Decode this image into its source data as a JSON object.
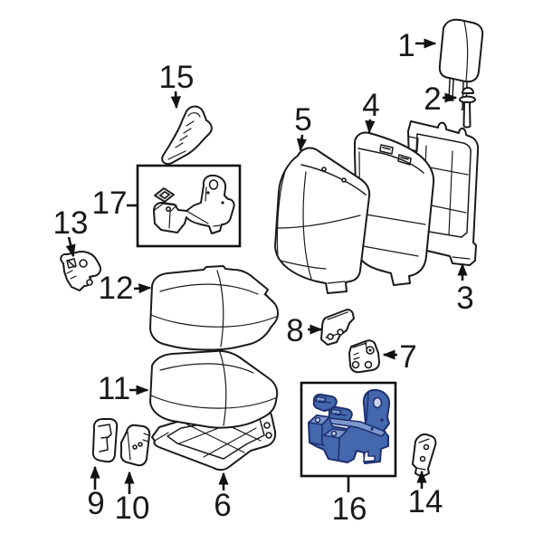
{
  "diagram": {
    "kind": "exploded-parts-diagram",
    "subject": "rear seat assembly",
    "background_color": "#ffffff",
    "line_color": "#1a1a1a",
    "highlight": {
      "selected_callout": "16",
      "fill": "#4467ad",
      "top_facet_fill": "#7e97cc",
      "hole_fill": "#c9d4ec",
      "outline": "#1e3070"
    },
    "callouts": [
      {
        "number": "1",
        "part": "headrest"
      },
      {
        "number": "2",
        "part": "headrest-support-bolt"
      },
      {
        "number": "3",
        "part": "seat-back-frame"
      },
      {
        "number": "4",
        "part": "seat-back-pad"
      },
      {
        "number": "5",
        "part": "seat-back-cover"
      },
      {
        "number": "6",
        "part": "seat-cushion-frame"
      },
      {
        "number": "7",
        "part": "mount-bracket-right"
      },
      {
        "number": "8",
        "part": "mount-bracket-upper"
      },
      {
        "number": "9",
        "part": "hinge-bracket-outer"
      },
      {
        "number": "10",
        "part": "hinge-bracket-inner"
      },
      {
        "number": "11",
        "part": "seat-cushion-pad"
      },
      {
        "number": "12",
        "part": "seat-cushion-cover"
      },
      {
        "number": "13",
        "part": "side-bracket"
      },
      {
        "number": "14",
        "part": "trim-bracket"
      },
      {
        "number": "15",
        "part": "riser-bracket"
      },
      {
        "number": "16",
        "part": "seat-mount-bracket-selected",
        "boxed": true,
        "highlighted": true
      },
      {
        "number": "17",
        "part": "seat-mount-bracket",
        "boxed": true
      }
    ]
  }
}
